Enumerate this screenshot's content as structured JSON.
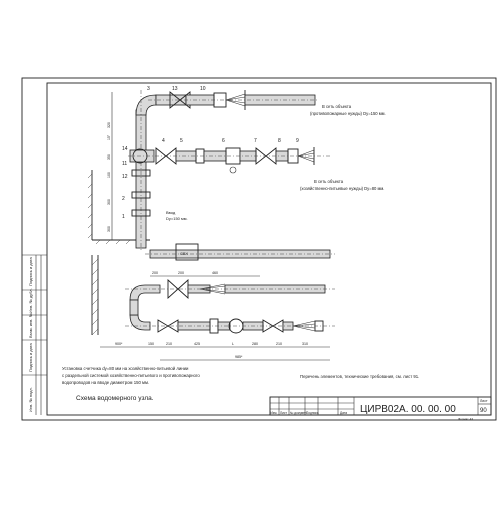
{
  "sheet": {
    "title_block": {
      "designation": "ЦИРВ02А. 00. 00. 00",
      "sheet_label": "Лист",
      "sheet_number": "90",
      "format": "Формат А3",
      "header_cells": [
        "Изм.",
        "Лист",
        "№ докумен.",
        "Подпись",
        "Дата"
      ]
    },
    "left_stamp": [
      "Подпись и дата",
      "Инв. № дубл.",
      "Взам. инв. №",
      "Подпись и дата",
      "Инв. № подл."
    ]
  },
  "labels": {
    "upper_note_line1": "В сеть объекта",
    "upper_note_line2": "(противопожарные нужды) Dy=150 мм.",
    "lower_note_line1": "В сеть объекта",
    "lower_note_line2": "(хозяйственно-питьевые нужды) Dy=80 мм.",
    "inlet_line1": "Ввод",
    "inlet_line2": "Dy=150 мм.",
    "meter_tag": "СВХ",
    "description": [
      "Установка счетчика dy=80 мм  на хозяйственно-питьевой линии",
      "с раздельной  системой хозяйственно-питьевого и противопожарного",
      "водопроводов на вводе диаметром 150 мм."
    ],
    "caption": "Схема водомерного узла.",
    "reference": "Перечень элементов, технические требования, см. лист 91."
  },
  "positions": {
    "top_row": [
      "3",
      "13",
      "10"
    ],
    "mid_row": [
      "4",
      "5",
      "6",
      "7",
      "8",
      "9"
    ],
    "left_col": [
      "14",
      "11",
      "12",
      "2",
      "1"
    ]
  },
  "dimensions": {
    "upper_vertical": [
      "320",
      "15°",
      "350",
      "100",
      "300",
      "300"
    ],
    "plan_top": [
      "200",
      "200",
      "460"
    ],
    "plan_bottom": [
      "900*",
      "150",
      "210",
      "425",
      "L",
      "280",
      "210",
      "310"
    ],
    "overall": "985*"
  }
}
